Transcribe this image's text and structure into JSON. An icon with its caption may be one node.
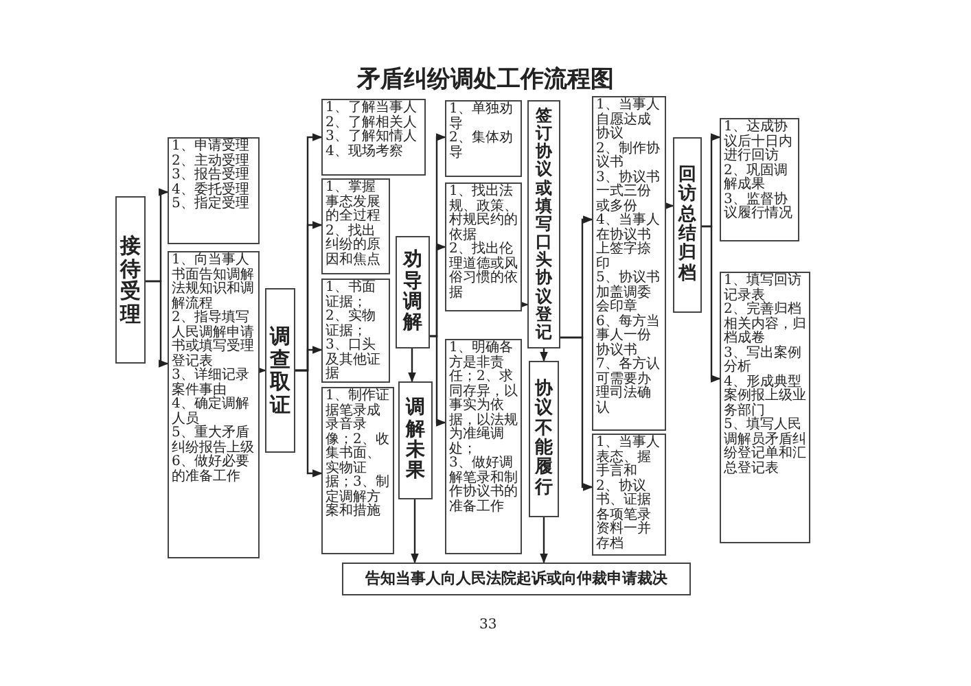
{
  "diagram": {
    "title": "矛盾纠纷调处工作流程图",
    "nodes": [
      {
        "text": [
          "接待受理"
        ]
      },
      {
        "text": [
          "1、申请受理",
          "2、主动受理",
          "3、报告受理",
          "4、委托受理",
          "5、指定受理"
        ]
      },
      {
        "text": [
          "1、向当事人书面告知调解法规知识和调解流程",
          "2、指导填写人民调解申请书或填写受理登记表",
          "3、详细记录案件事由",
          "4、确定调解人员",
          "5、重大矛盾纠纷报告上级",
          "6、做好必要的准备工作"
        ]
      },
      {
        "text": [
          "调查取证"
        ]
      },
      {
        "text": [
          "1、了解当事人",
          "2、了解相关人",
          "3、了解知情人",
          "4、现场考察"
        ]
      },
      {
        "text": [
          "1、掌握事态发展的全过程",
          "2、找出纠纷的原因和焦点"
        ]
      },
      {
        "text": [
          "1、书面证据；2、实物证据；",
          "3、口头及其他证据"
        ]
      },
      {
        "text": [
          "1、制作证据笔录成录音录像；2、收集书面、实物证据；3、制定调解方案和措施"
        ]
      },
      {
        "text": [
          "劝导调解"
        ]
      },
      {
        "text": [
          "调解未果"
        ]
      },
      {
        "text": [
          "1、单独劝导",
          "2、集体劝导"
        ]
      },
      {
        "text": [
          "1、找出法规、政策、村规民约的依据",
          "2、找出伦理道德或风俗习惯的依据"
        ]
      },
      {
        "text": [
          "1、明确各方是非责任；2、求同存异，以事实为依据，以法规为准绳调处；",
          "3、做好调解笔录和制作协议书的准备工作"
        ]
      },
      {
        "text": [
          "签订协议或填写口头协议登记"
        ]
      },
      {
        "text": [
          "协议不能履行"
        ]
      },
      {
        "text": [
          "1、当事人自愿达成协议",
          "2、制作协议书",
          "3、协议书一式三份或多份",
          "4、当事人在协议书上签字捺印",
          "5、协议书加盖调委会印章",
          "6、每方当事人一份协议书",
          "7、各方认可需要办理司法确认"
        ]
      },
      {
        "text": [
          "1、当事人表态、握手言和",
          "2、协议书、证据各项笔录资料一并存档"
        ]
      },
      {
        "text": [
          "回访总结归档"
        ]
      },
      {
        "text": [
          "1、达成协议后十日内进行回访",
          "2、巩固调解成果",
          "3、监督协议履行情况"
        ]
      },
      {
        "text": [
          "1、填写回访记录表",
          "2、完善归档相关内容，归档成卷",
          "3、写出案例分析",
          "4、形成典型案例报上级业务部门",
          "5、填写人民调解员矛盾纠纷登记单和汇总登记表"
        ]
      },
      {
        "text": [
          "告知当事人向人民法院起诉或向仲裁申请裁决"
        ]
      }
    ],
    "edges": [
      {
        "from": 0,
        "to": 1,
        "arrow": "to"
      },
      {
        "from": 0,
        "to": 2,
        "arrow": "to"
      },
      {
        "from": 2,
        "to": 3,
        "arrow": "to"
      },
      {
        "from": 3,
        "to": 4,
        "arrow": "to"
      },
      {
        "from": 3,
        "to": 5,
        "arrow": "to"
      },
      {
        "from": 3,
        "to": 6,
        "arrow": "to"
      },
      {
        "from": 3,
        "to": 7,
        "arrow": "to"
      },
      {
        "from": 8,
        "to": 9,
        "arrow": "to"
      },
      {
        "from": 8,
        "to": 10,
        "arrow": "to"
      },
      {
        "from": 8,
        "to": 11,
        "arrow": "to"
      },
      {
        "from": 8,
        "to": 12,
        "arrow": "to"
      },
      {
        "from": 11,
        "to": 13,
        "arrow": "to"
      },
      {
        "from": 13,
        "to": 14,
        "arrow": "to"
      },
      {
        "from": 13,
        "to": 15,
        "arrow": "to"
      },
      {
        "from": 13,
        "to": 16,
        "arrow": "to"
      },
      {
        "from": 15,
        "to": 17,
        "arrow": "to"
      },
      {
        "from": 17,
        "to": 18,
        "arrow": "to"
      },
      {
        "from": 17,
        "to": 19,
        "arrow": "to"
      },
      {
        "from": 9,
        "to": 20,
        "arrow": "to"
      },
      {
        "from": 14,
        "to": 20,
        "arrow": "to"
      }
    ],
    "labels": [
      "33"
    ]
  }
}
